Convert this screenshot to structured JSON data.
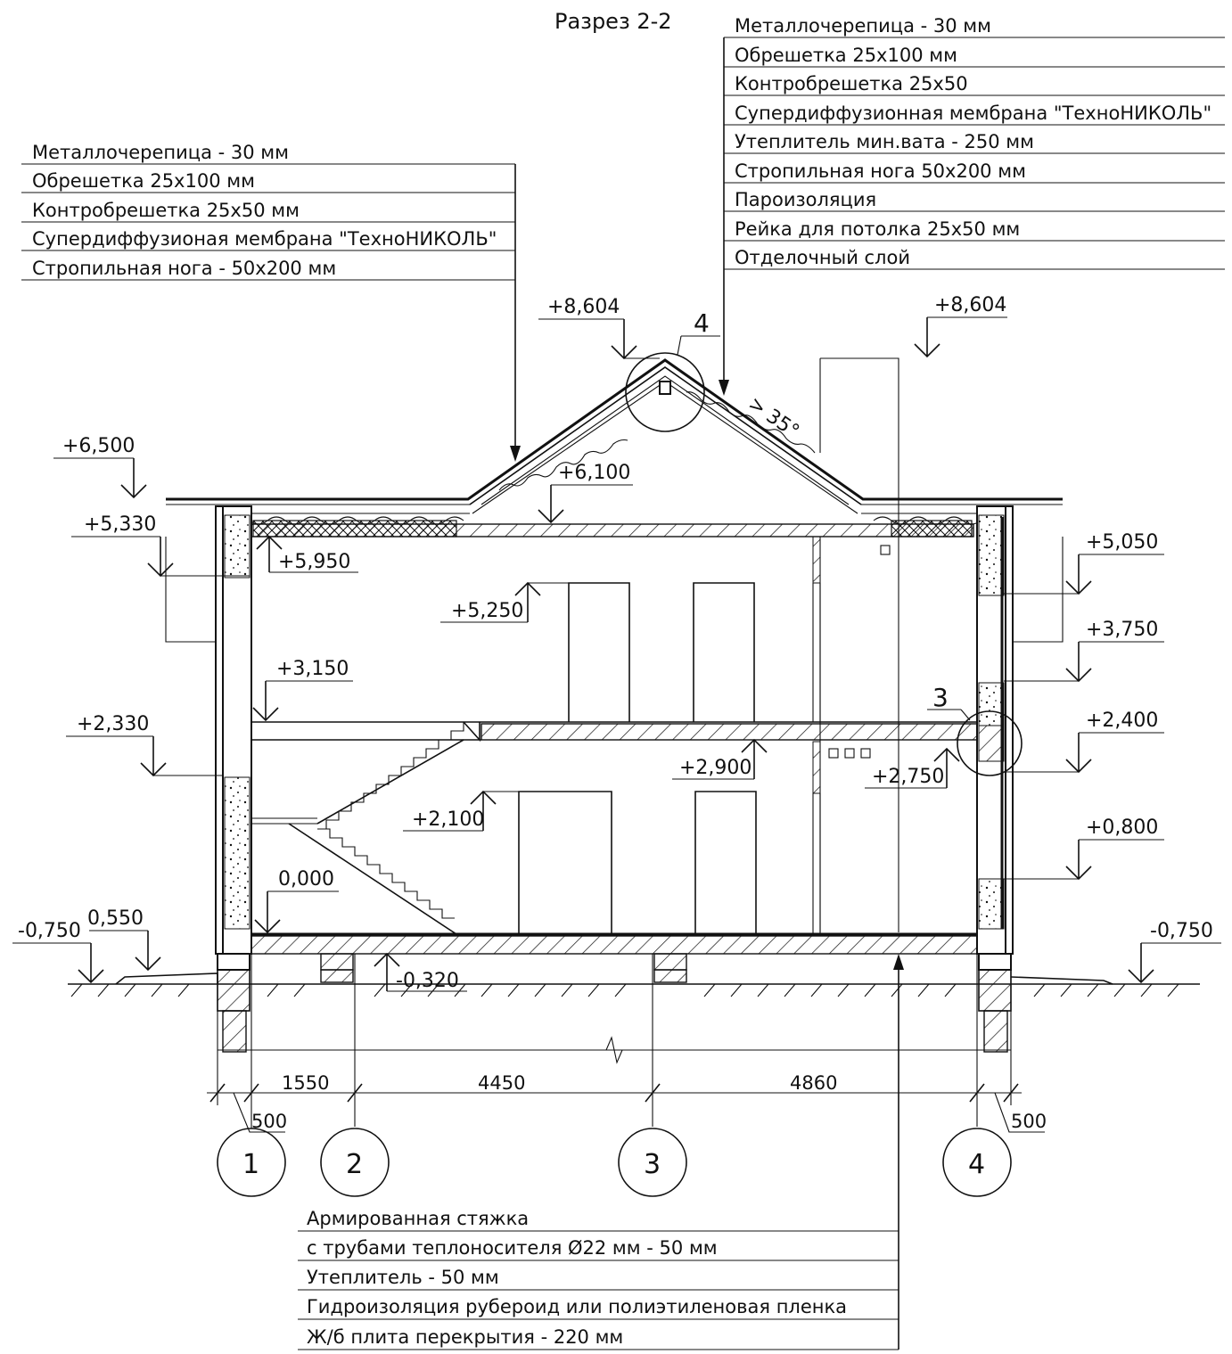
{
  "title": "Разрез 2-2",
  "roof_layers_left": [
    "Металлочерепица - 30 мм",
    "Обрешетка 25х100 мм",
    "Контробрешетка 25х50 мм",
    "Супердиффузионая мембрана \"ТехноНИКОЛЬ\"",
    "Стропильная нога - 50х200 мм"
  ],
  "roof_layers_right": [
    "Металлочерепица - 30 мм",
    "Обрешетка 25х100 мм",
    "Контробрешетка 25х50",
    "Супердиффузионная мембрана \"ТехноНИКОЛЬ\"",
    "Утеплитель мин.вата - 250 мм",
    "Стропильная нога 50х200 мм",
    "Пароизоляция",
    "Рейка для потолка 25х50 мм",
    "Отделочный слой"
  ],
  "floor_layers": [
    "Армированная стяжка",
    "с трубами теплоносителя Ø22 мм - 50 мм",
    "Утеплитель - 50 мм",
    "Гидроизоляция рубероид или полиэтиленовая пленка",
    "Ж/б плита перекрытия - 220 мм"
  ],
  "elevations": {
    "ridge_left": "+8,604",
    "ridge_right": "+8,604",
    "eave_left": "+6,500",
    "attic_floor": "+6,100",
    "left_5330": "+5,330",
    "left_5950": "+5,950",
    "door2_top": "+5,250",
    "floor2": "+3,150",
    "left_2330": "+2,330",
    "ceil1": "+2,900",
    "beam": "+2,750",
    "door1_top": "+2,100",
    "floor1": "0,000",
    "ground_left": "-0,750",
    "left_0550": "0,550",
    "found": "-0,320",
    "ground_right": "-0,750",
    "right_5050": "+5,050",
    "right_3750": "+3,750",
    "right_2400": "+2,400",
    "right_0800": "+0,800"
  },
  "roof_angle": "35°",
  "nodes": {
    "ridge": "4",
    "eave": "3"
  },
  "dimensions": {
    "d1": "1550",
    "d2": "4450",
    "d3": "4860",
    "left_offset": "500",
    "right_offset": "500"
  },
  "axes": [
    "1",
    "2",
    "3",
    "4"
  ]
}
